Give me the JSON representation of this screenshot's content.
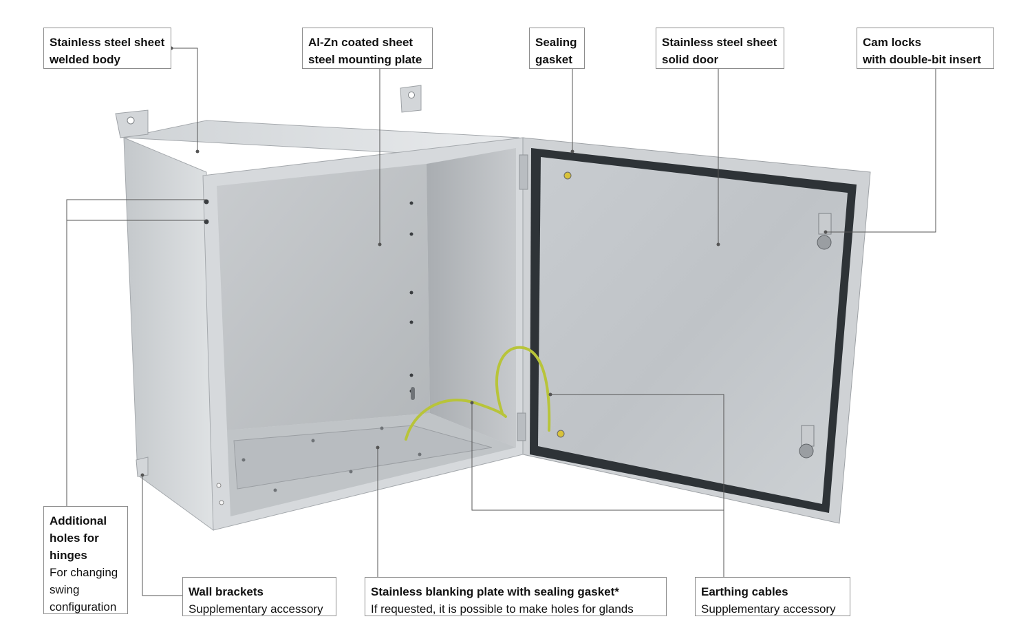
{
  "labels": {
    "body": {
      "title_1": "Stainless steel sheet",
      "title_2": "welded body"
    },
    "plate": {
      "title_1": "Al-Zn coated sheet",
      "title_2": "steel mounting plate"
    },
    "gasket": {
      "title_1": "Sealing",
      "title_2": "gasket"
    },
    "door": {
      "title_1": "Stainless steel sheet",
      "title_2": "solid door"
    },
    "cam": {
      "title_1": "Cam locks",
      "title_2": "with double-bit insert"
    },
    "holes": {
      "title_1": "Additional",
      "title_2": "holes for",
      "title_3": "hinges",
      "sub_1": "For changing",
      "sub_2": "swing",
      "sub_3": "configuration"
    },
    "wall": {
      "title": "Wall brackets",
      "sub": "Supplementary accessory"
    },
    "blank": {
      "title": "Stainless blanking plate with sealing gasket*",
      "sub": "If requested, it is possible to make holes for glands"
    },
    "earth": {
      "title": "Earthing cables",
      "sub": "Supplementary accessory"
    }
  },
  "colors": {
    "leader_line": "#555555",
    "steel_light": "#d9dcdf",
    "steel_mid": "#b9bdc1",
    "steel_dark": "#8f9498",
    "gasket": "#2e3337",
    "earth_cable": "#b8c43a"
  }
}
